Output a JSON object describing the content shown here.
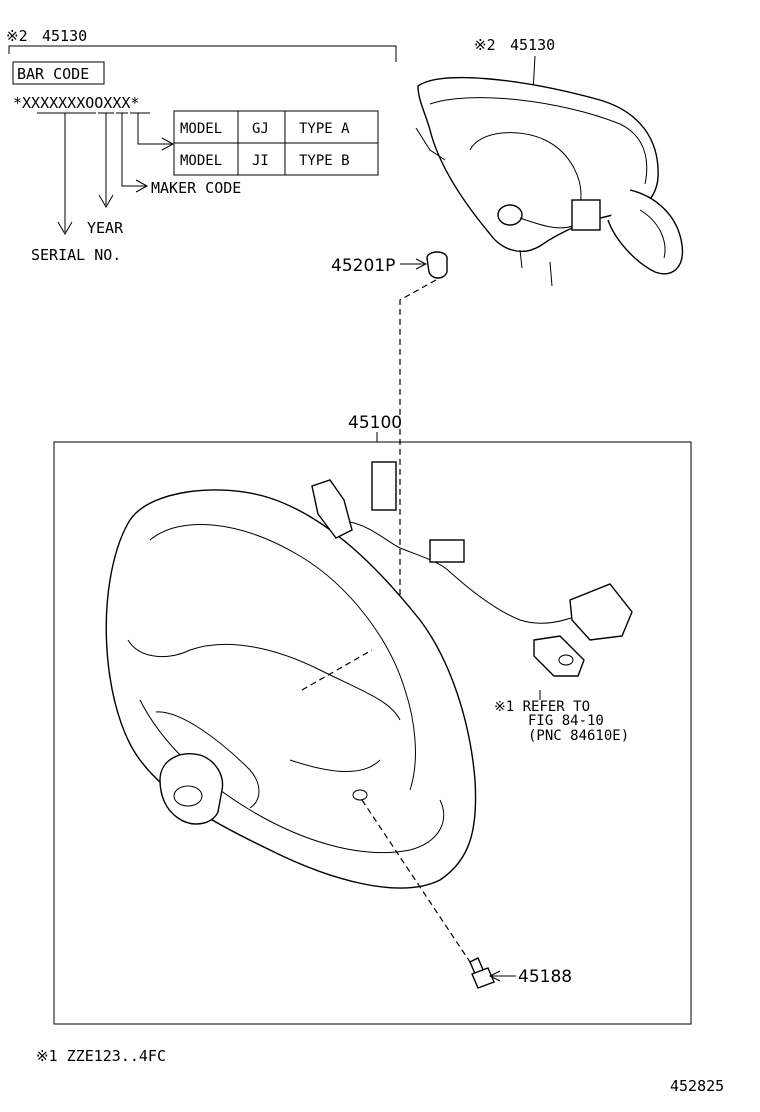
{
  "header": {
    "note_mark": "※2",
    "part_number": "45130"
  },
  "barcode": {
    "label": "BAR CODE",
    "pattern": "*XXXXXXXOOXXX*",
    "maker_code_label": "MAKER CODE",
    "year_label": "YEAR",
    "serial_label": "SERIAL NO."
  },
  "model_table": {
    "rows": [
      {
        "model": "MODEL",
        "code": "GJ",
        "type": "TYPE A"
      },
      {
        "model": "MODEL",
        "code": "JI",
        "type": "TYPE B"
      }
    ]
  },
  "callouts": {
    "airbag": {
      "mark": "※2",
      "number": "45130"
    },
    "nut": "45201P",
    "steering_wheel": "45100",
    "bolt": "45188",
    "refer_line1": "※1 REFER TO",
    "refer_line2": "FIG 84-10",
    "refer_line3": "(PNC 84610E)"
  },
  "footnote": "※1  ZZE123..4FC",
  "figure_number": "452825"
}
